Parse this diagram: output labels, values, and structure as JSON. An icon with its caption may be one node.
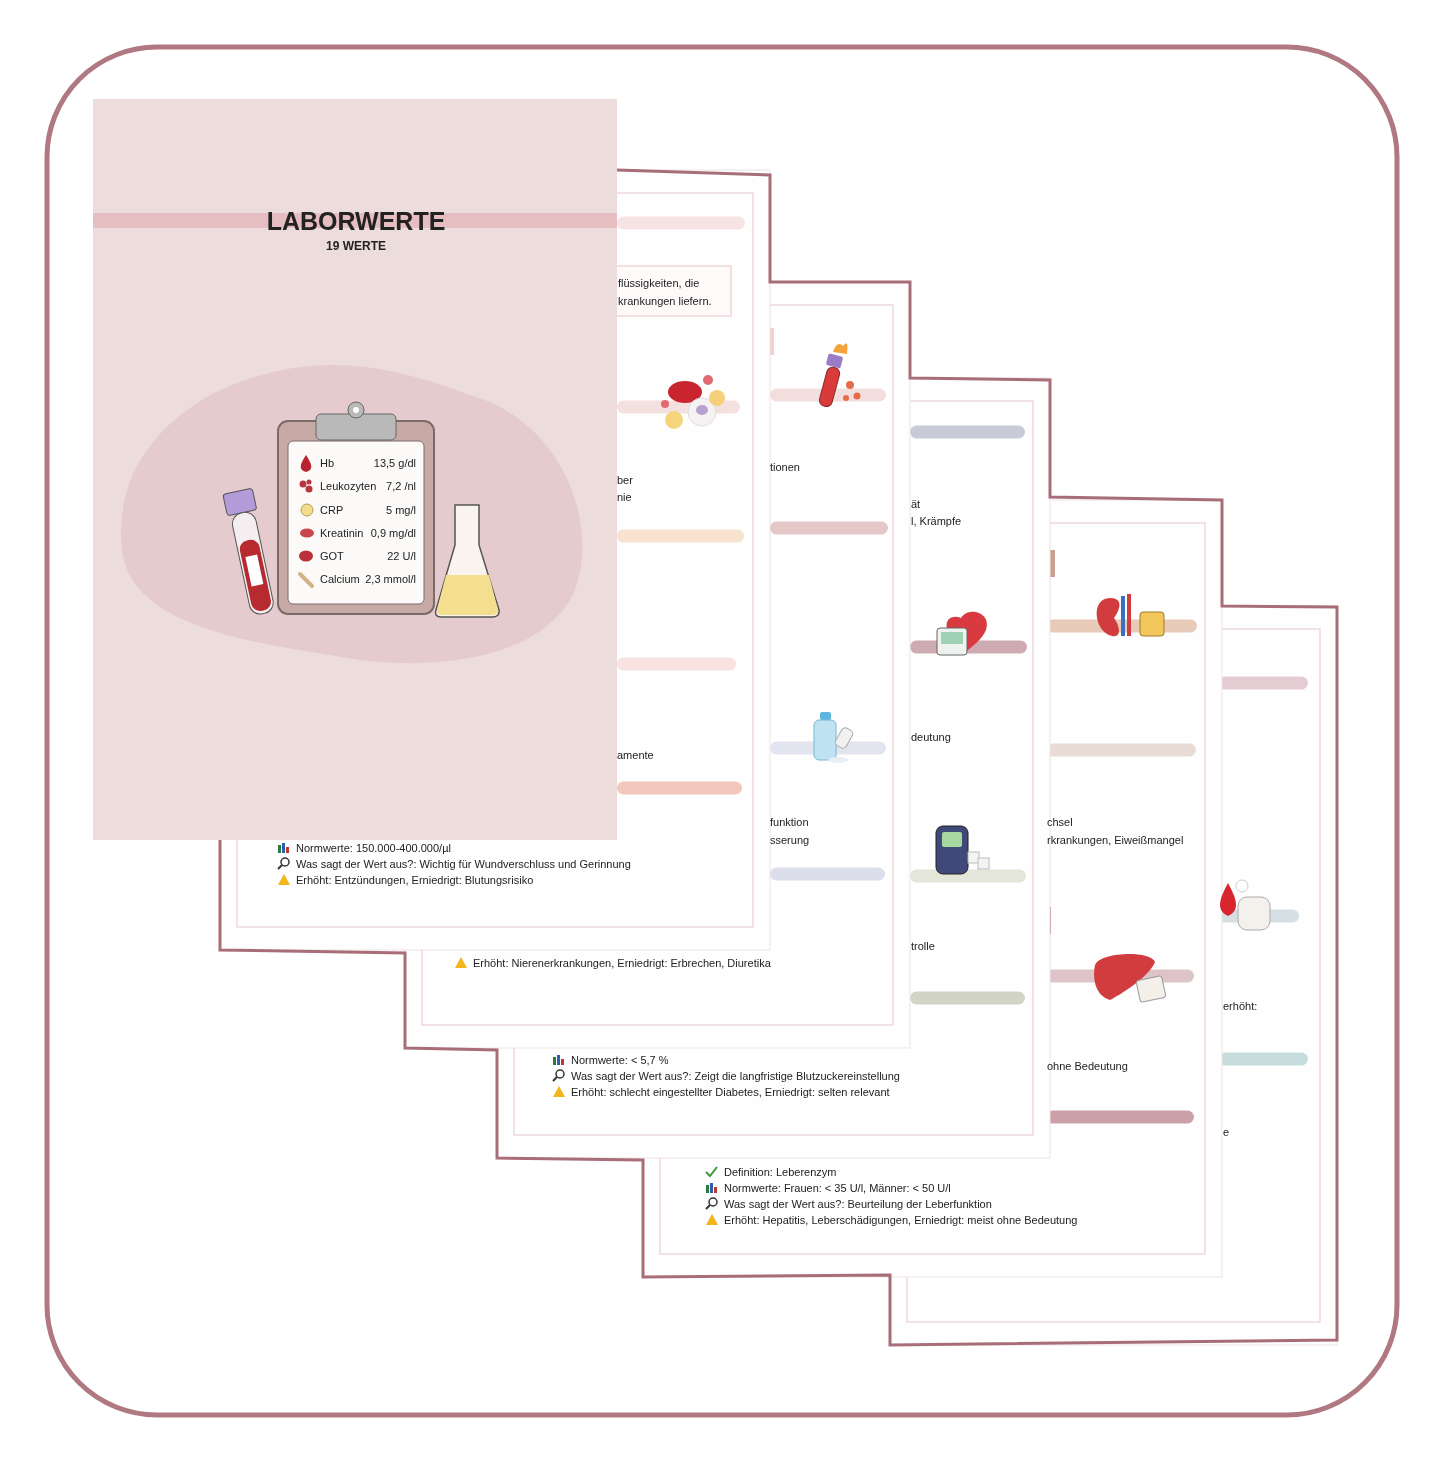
{
  "diagram": {
    "title": "LABORWERTE",
    "labels": [
      "19 WERTE",
      "Hb",
      "13,5 g/dl",
      "Leukozyten",
      "7,2 /nl",
      "CRP",
      "5 mg/l",
      "Kreatinin",
      "0,9 mg/dl",
      "GOT",
      "22 U/l",
      "Calcium",
      "2,3 mmol/l",
      "flüssigkeiten, die",
      "krankungen liefern.",
      "ber",
      "nie",
      "amente",
      "Normwerte: 150.000-400.000/µl",
      "Was sagt der Wert aus?: Wichtig für Wundverschluss und Gerinnung",
      "Erhöht: Entzündungen, Erniedrigt: Blutungsrisiko",
      "tionen",
      "funktion",
      "sserung",
      "Erhöht: Nierenerkrankungen, Erniedrigt: Erbrechen, Diuretika",
      "ät",
      "l, Krämpfe",
      "deutung",
      "trolle",
      "Normwerte: < 5,7 %",
      "Was sagt der Wert aus?: Zeigt die langfristige Blutzuckereinstellung",
      "Erhöht: schlecht eingestellter Diabetes, Erniedrigt: selten relevant",
      "chsel",
      "rkrankungen, Eiweißmangel",
      "ohne Bedeutung",
      "Definition: Leberenzym",
      "Normwerte: Frauen: < 35 U/l, Männer: < 50 U/l",
      "Was sagt der Wert aus?: Beurteilung der Leberfunktion",
      "Erhöht: Hepatitis, Leberschädigungen, Erniedrigt: meist ohne Bedeutung",
      "erhöht:",
      "e"
    ]
  }
}
